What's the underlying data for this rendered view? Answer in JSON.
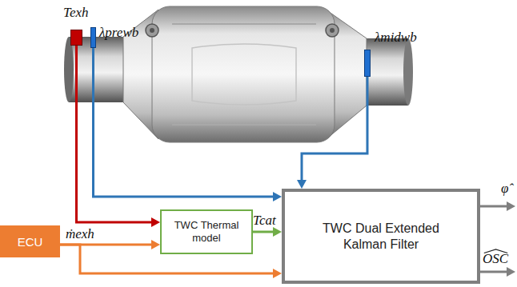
{
  "diagram": {
    "nodes": [
      {
        "text": [
          "Texh"
        ]
      },
      {
        "text": [
          "λprewb"
        ]
      },
      {
        "text": [
          "λmidwb"
        ]
      },
      {
        "text": [
          "ECU"
        ]
      },
      {
        "text": [
          "TWC Thermal model"
        ]
      },
      {
        "text": [
          "TWC Dual Extended Kalman Filter"
        ]
      }
    ],
    "edges": [
      {
        "from": 0,
        "to": 4,
        "arrow": "to"
      },
      {
        "from": 1,
        "to": 5,
        "arrow": "to"
      },
      {
        "from": 2,
        "to": 5,
        "arrow": "to"
      },
      {
        "from": 3,
        "to": 4,
        "label": "ṁexh",
        "arrow": "to"
      },
      {
        "from": 3,
        "to": 5,
        "arrow": "to"
      },
      {
        "from": 4,
        "to": 5,
        "label": "Tcat",
        "arrow": "to"
      }
    ],
    "labels": [
      "φ̂",
      "OSC"
    ]
  }
}
